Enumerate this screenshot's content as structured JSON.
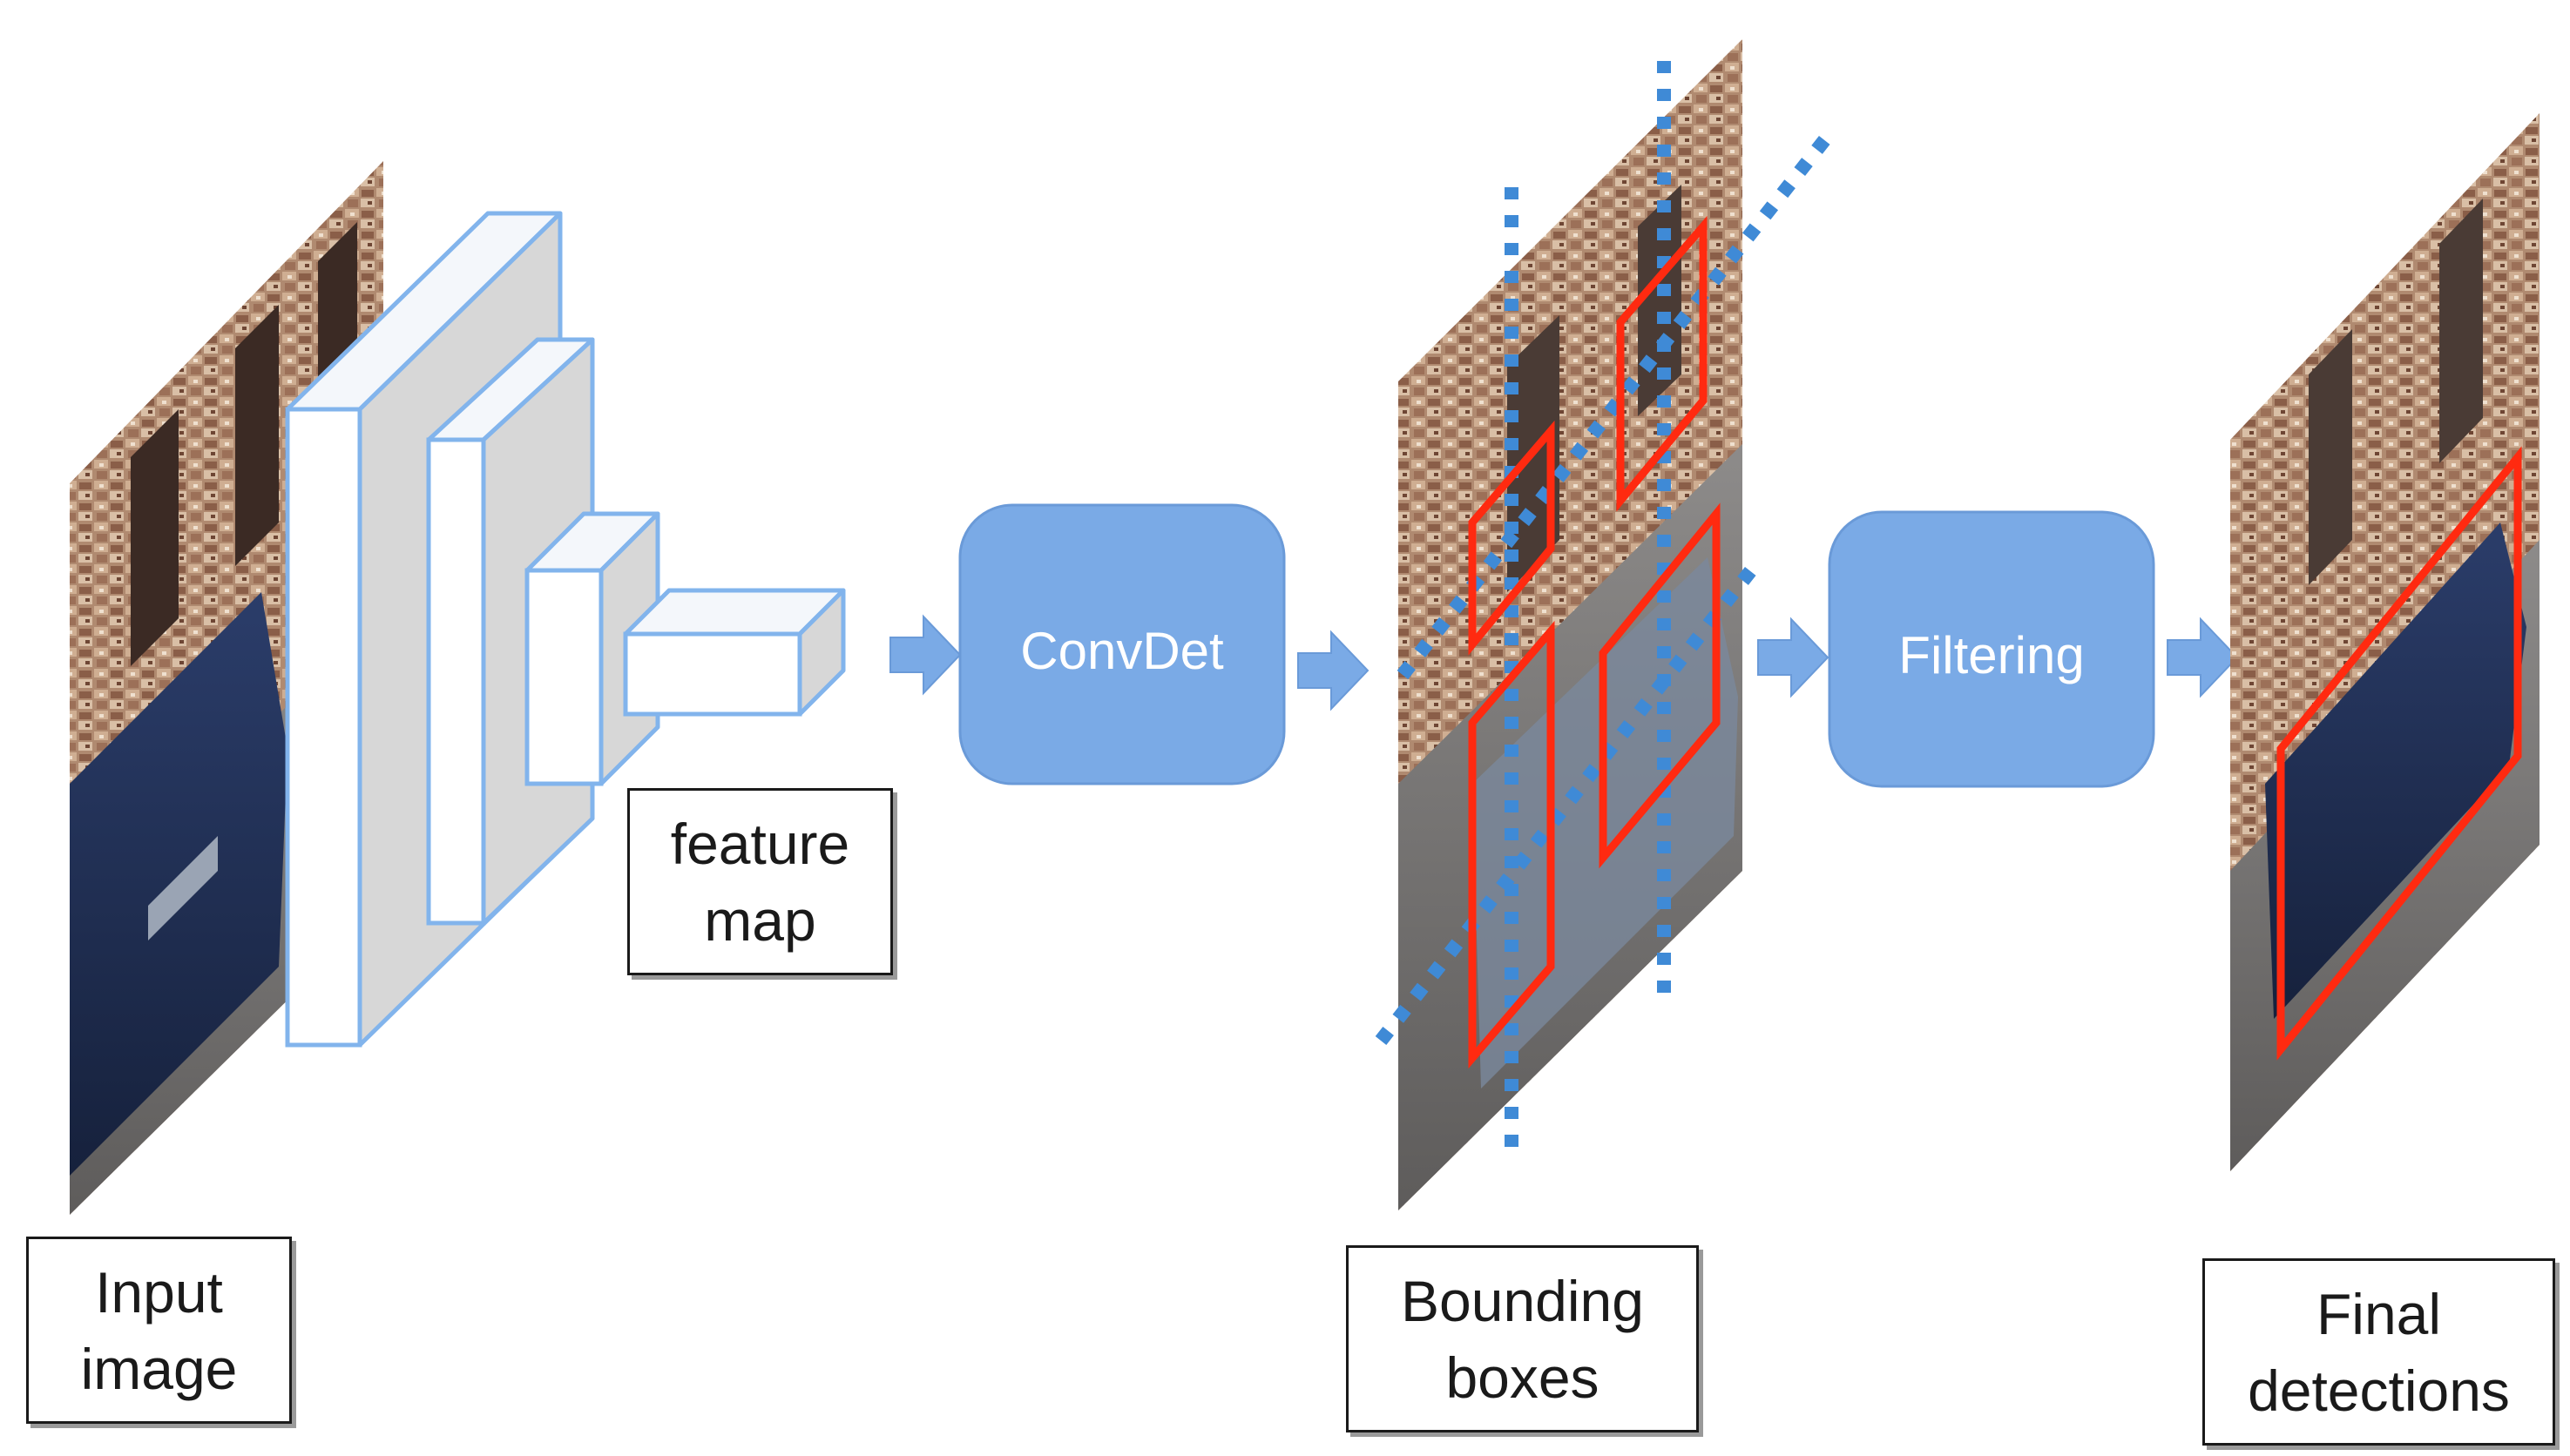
{
  "colors": {
    "block_blue": "#7aaae6",
    "block_text": "#ffffff",
    "layer_outline": "#82b4ec",
    "layer_shade": "#d7d7d7",
    "arrow": "#7aaae6",
    "box_red": "#ff2a10",
    "dots": "#3f8ad6",
    "label_border": "#1a1a1a"
  },
  "icons": [
    "convolution-layers-icon",
    "arrow-right-icon",
    "photo-icon"
  ],
  "labels": {
    "input": [
      "Input",
      "image"
    ],
    "feature": [
      "feature",
      "map"
    ],
    "bounding": [
      "Bounding",
      "boxes"
    ],
    "final": [
      "Final",
      "detections"
    ]
  },
  "blocks": {
    "convdet": "ConvDet",
    "filtering": "Filtering"
  }
}
